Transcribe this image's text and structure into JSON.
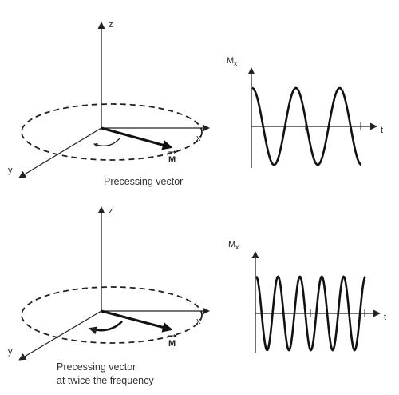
{
  "panels": [
    {
      "id": "top",
      "axis_labels": {
        "z": "z",
        "x": "x",
        "y": "y"
      },
      "vector_label": "M",
      "caption_lines": [
        "Precessing vector"
      ],
      "plot": {
        "ylabel": "M",
        "ylabel_sub": "x",
        "xlabel": "t",
        "cycles": 2.5
      }
    },
    {
      "id": "bottom",
      "axis_labels": {
        "z": "z",
        "x": "x",
        "y": "y"
      },
      "vector_label": "M",
      "caption_lines": [
        "Precessing vector",
        "at twice the frequency"
      ],
      "plot": {
        "ylabel": "M",
        "ylabel_sub": "x",
        "xlabel": "t",
        "cycles": 5
      }
    }
  ]
}
